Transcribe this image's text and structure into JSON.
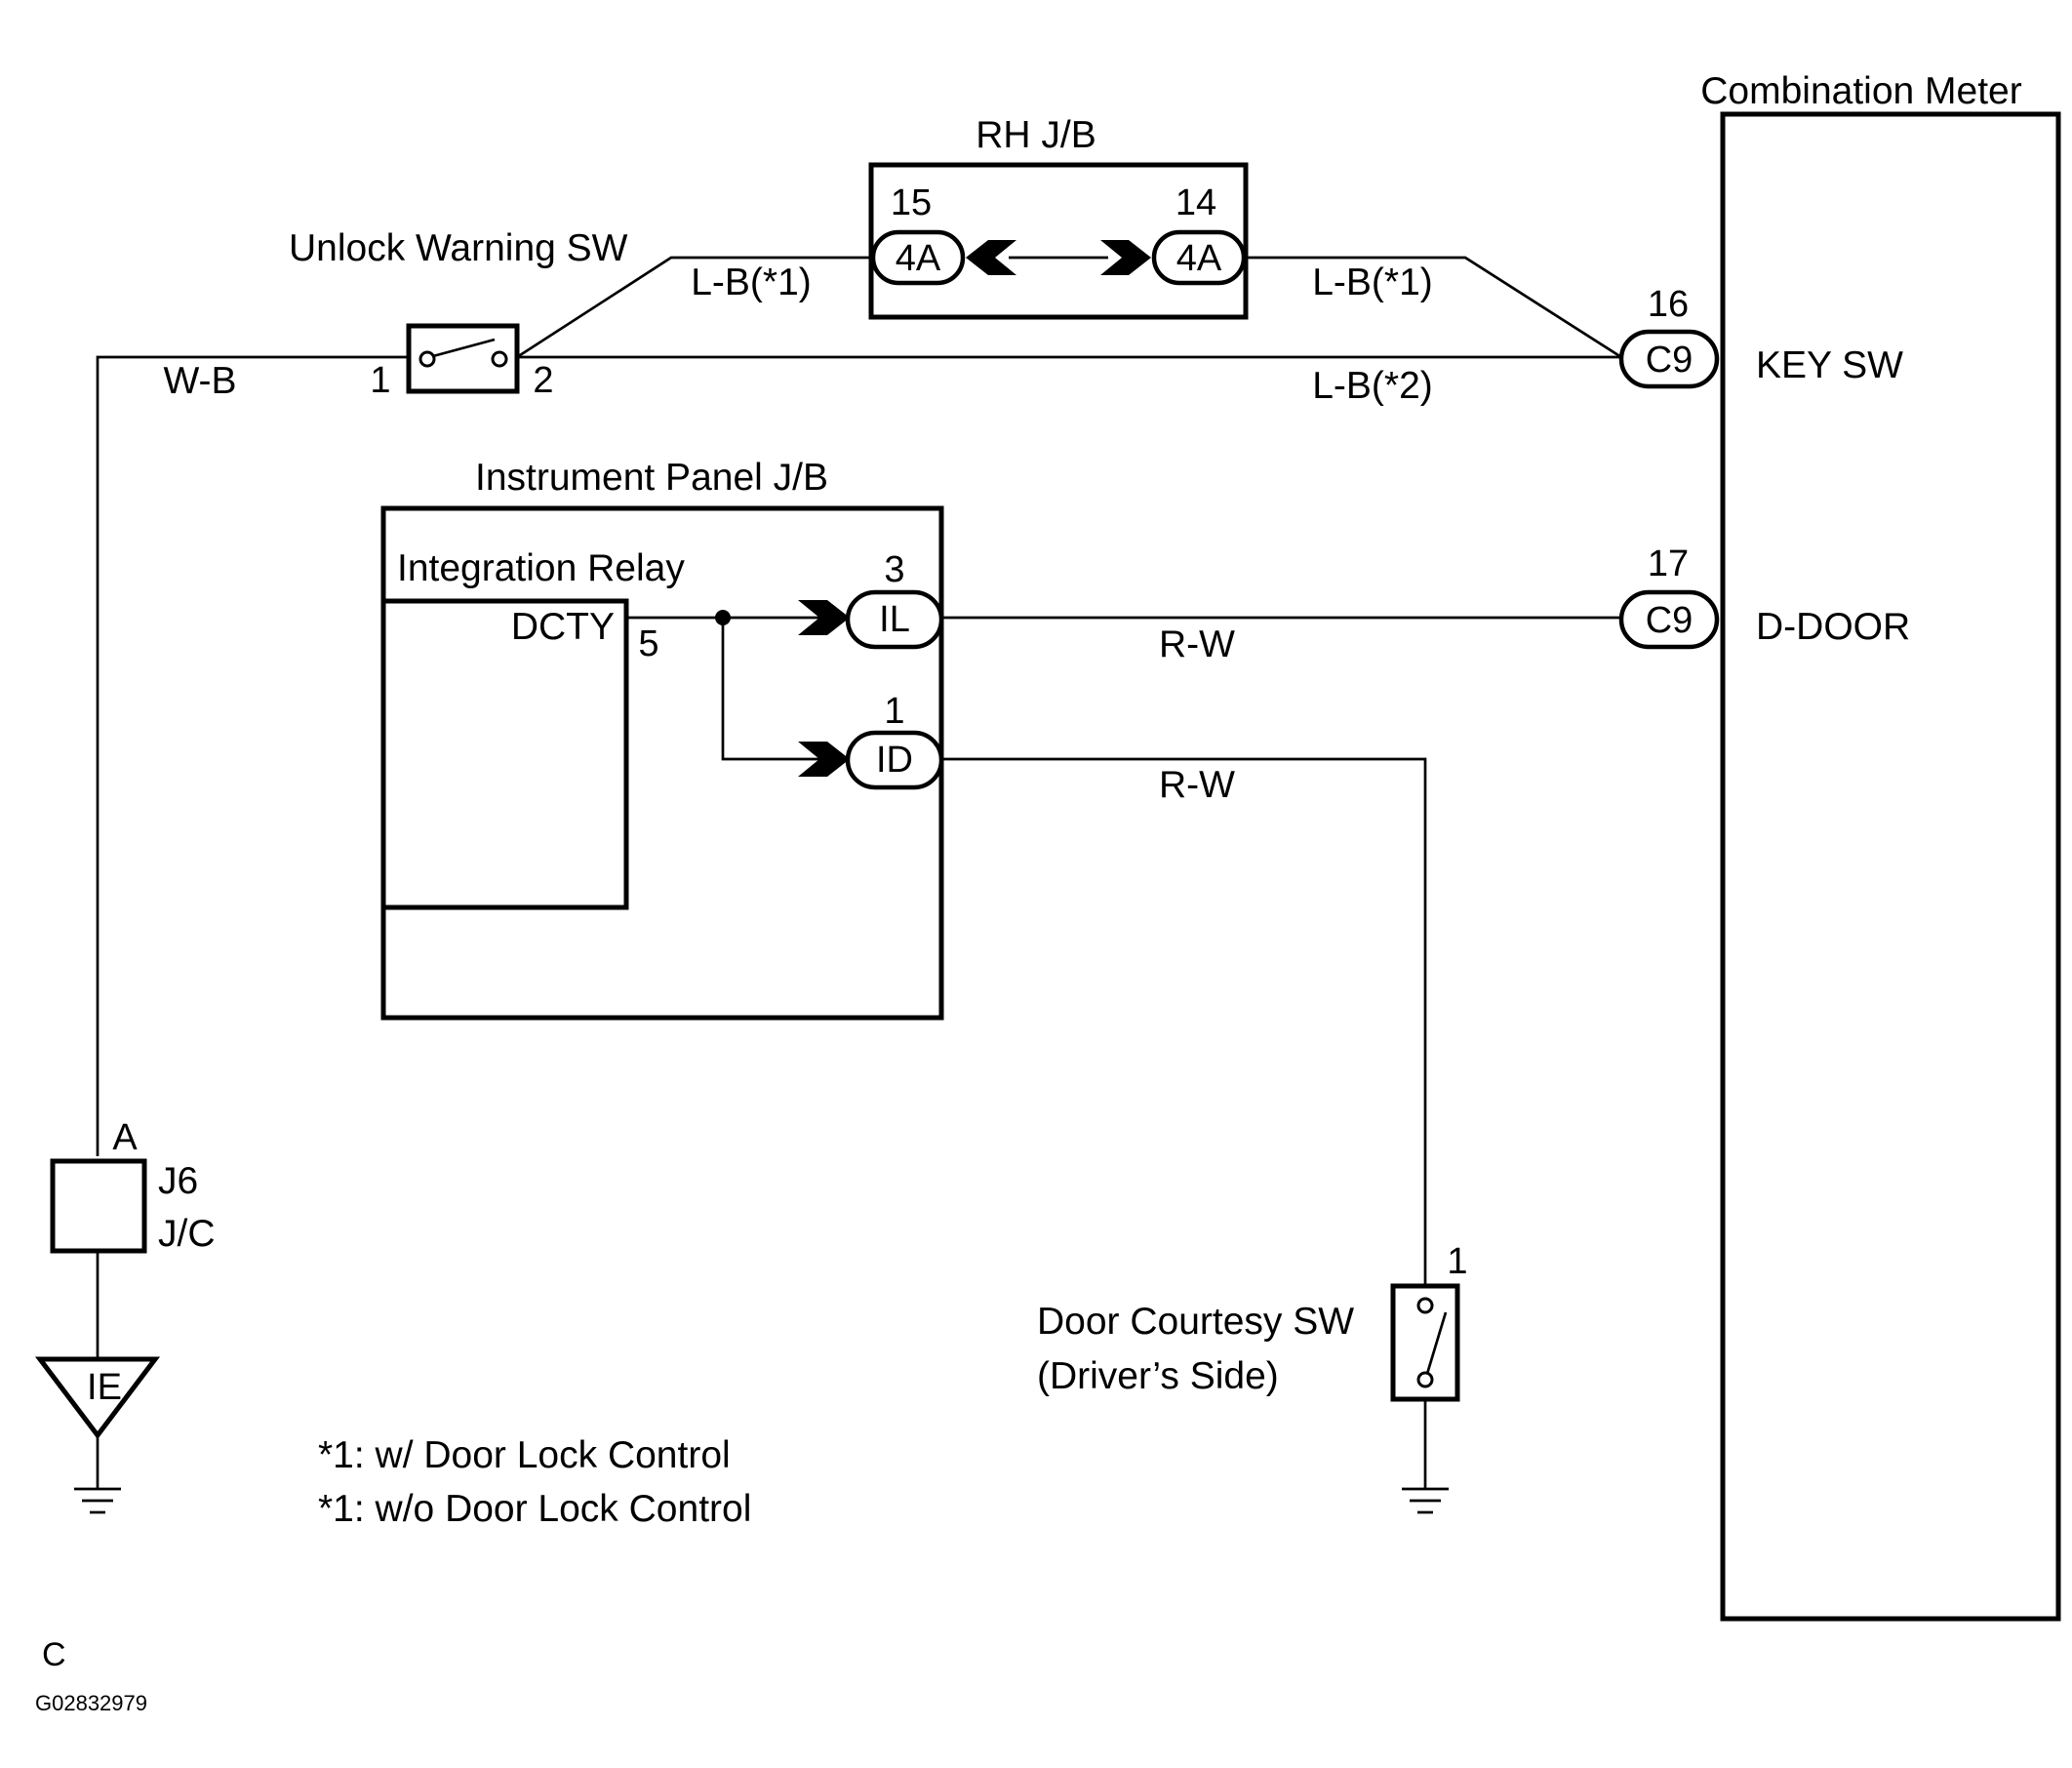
{
  "components": {
    "combination_meter": "Combination Meter",
    "rh_jb": "RH J/B",
    "unlock_warning_sw": "Unlock Warning SW",
    "instrument_panel_jb": "Instrument Panel J/B",
    "integration_relay": "Integration Relay",
    "door_courtesy_sw_line1": "Door Courtesy SW",
    "door_courtesy_sw_line2": "(Driver’s Side)",
    "jc_id": "J6",
    "jc_label": "J/C",
    "ground_point": "IE"
  },
  "terminals": {
    "key_sw": "KEY SW",
    "d_door": "D-DOOR",
    "dcty": "DCTY"
  },
  "connectors": {
    "rh_left": "4A",
    "rh_right": "4A",
    "meter_top": "C9",
    "meter_mid": "C9",
    "ip_il": "IL",
    "ip_id": "ID"
  },
  "pins": {
    "rh_left": "15",
    "rh_right": "14",
    "meter_key": "16",
    "meter_door": "17",
    "unlock_in": "1",
    "unlock_out": "2",
    "il": "3",
    "id": "1",
    "dcty": "5",
    "door_sw": "1",
    "jc": "A"
  },
  "wires": {
    "wb": "W-B",
    "lb1_left": "L-B(*1)",
    "lb1_right": "L-B(*1)",
    "lb2": "L-B(*2)",
    "rw_top": "R-W",
    "rw_bottom": "R-W"
  },
  "notes": {
    "note1": "*1: w/ Door Lock Control",
    "note2": "*1: w/o Door Lock Control"
  },
  "footer": {
    "section": "C",
    "figure_id": "G02832979"
  }
}
